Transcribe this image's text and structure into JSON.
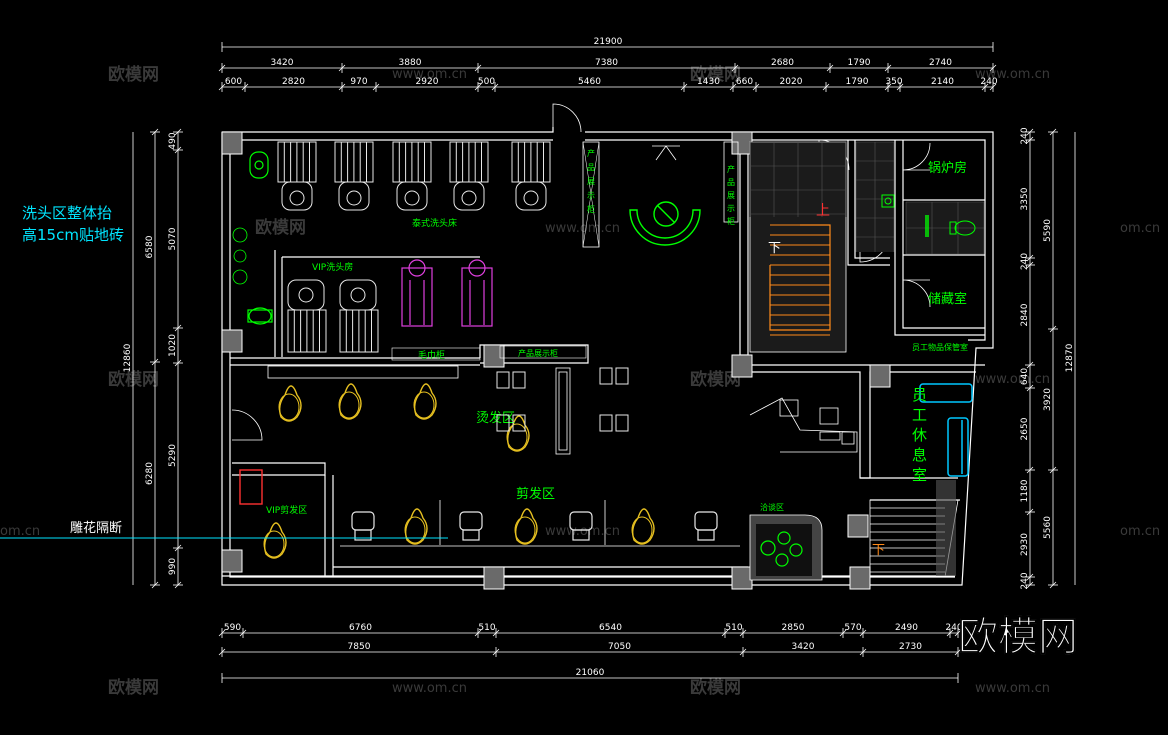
{
  "colors": {
    "background": "#000000",
    "wall": "#ffffff",
    "dimension": "#ffffff",
    "green_label": "#00ff00",
    "cyan_note": "#00e5ff",
    "furniture_white": "#e8e8e8",
    "chair_yellow": "#e6c020",
    "vip_magenta": "#e040e0",
    "stair_orange": "#ff8a1a",
    "sofa_cyan": "#00c8ff",
    "red_chair": "#ff3030",
    "watermark": "#3a3a3a"
  },
  "dims": {
    "top_total": "21900",
    "top_row2": [
      "3420",
      "3880",
      "7380",
      "2680",
      "1790",
      "2740"
    ],
    "top_row3": [
      "600",
      "2820",
      "970",
      "2920",
      "500",
      "5460",
      "1430",
      "660",
      "2020",
      "1790",
      "350",
      "2140",
      "240"
    ],
    "bottom_row1": [
      "590",
      "6760",
      "510",
      "6540",
      "510",
      "2850",
      "570",
      "2490",
      "240"
    ],
    "bottom_row2": [
      "7850",
      "7050",
      "3420",
      "2730"
    ],
    "bottom_total": "21060",
    "left_total": "12860",
    "left_row1": [
      "6580",
      "6280"
    ],
    "left_row2": [
      "490",
      "5070",
      "1020",
      "5290",
      "990"
    ],
    "right_total": "12870",
    "right_row1": [
      "5590",
      "3920",
      "5560"
    ],
    "right_row2": [
      "240",
      "3350",
      "240",
      "2840",
      "640",
      "2650",
      "1180",
      "2930",
      "240"
    ]
  },
  "labels": {
    "thai_wash": "泰式洗头床",
    "vip_wash": "VIP洗头房",
    "towel_cabinet": "毛巾柜",
    "product_shelf": "产品展示柜",
    "perm_area": "烫发区",
    "cut_area": "剪发区",
    "vip_cut": "VIP剪发区",
    "talk_area": "洽谈区",
    "boiler_room": "锅炉房",
    "storage": "储藏室",
    "staff_locker": "员工物品保管室",
    "staff_rest": "员工休息室",
    "stairs_up": "上",
    "stairs_down": "下",
    "stairs_down2": "下",
    "product_rack_left": "产品展示柜",
    "product_rack_right": "产品展示柜"
  },
  "notes": {
    "wash_floor_line1": "洗头区整体抬",
    "wash_floor_line2": "高15cm贴地砖",
    "partition": "雕花隔断"
  },
  "watermarks": {
    "brand": "欧模网",
    "site": "www.om.cn",
    "site_short": "om.cn"
  },
  "icons": [
    "shower-icon",
    "toilet-icon",
    "plant-icon",
    "sink-icon",
    "table-icon"
  ]
}
